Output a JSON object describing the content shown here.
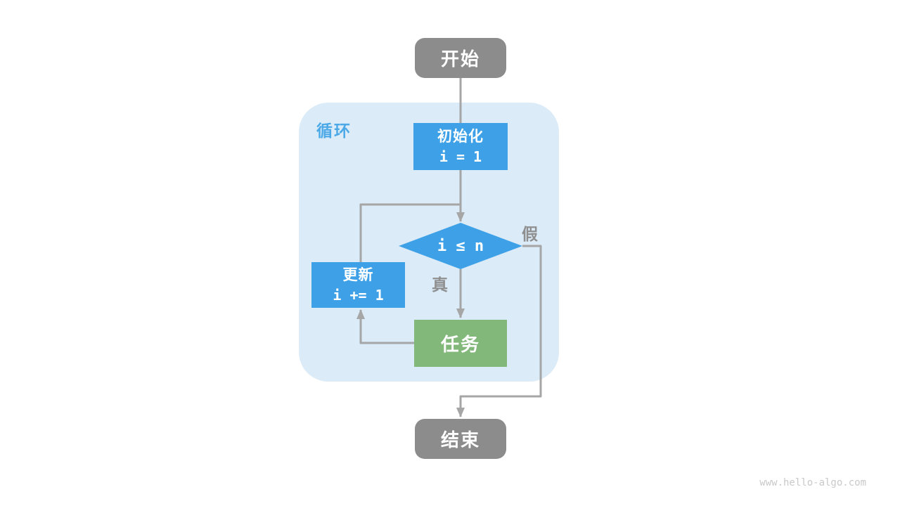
{
  "page": {
    "watermark": "www.hello-algo.com"
  },
  "diagram": {
    "type": "flowchart",
    "container_label": "循环",
    "nodes": {
      "start": {
        "label": "开始"
      },
      "init": {
        "title": "初始化",
        "code": "i = 1"
      },
      "condition": {
        "code": "i ≤ n"
      },
      "update": {
        "title": "更新",
        "code": "i += 1"
      },
      "task": {
        "label": "任务"
      },
      "end": {
        "label": "结束"
      }
    },
    "edge_labels": {
      "true_branch": "真",
      "false_branch": "假"
    },
    "edges": [
      {
        "from": "start",
        "to": "condition",
        "via": "init"
      },
      {
        "from": "condition",
        "to": "task",
        "label": "真"
      },
      {
        "from": "task",
        "to": "update"
      },
      {
        "from": "update",
        "to": "condition"
      },
      {
        "from": "condition",
        "to": "end",
        "label": "假"
      }
    ],
    "colors": {
      "node_gray": "#8c8c8c",
      "node_blue": "#3ea1e8",
      "node_green": "#82b87a",
      "container_bg": "#dbebf8",
      "container_label": "#4ca9e8",
      "line": "#a6a6a6",
      "edge_label": "#8f8f8f",
      "watermark": "#c9c9c9"
    }
  }
}
